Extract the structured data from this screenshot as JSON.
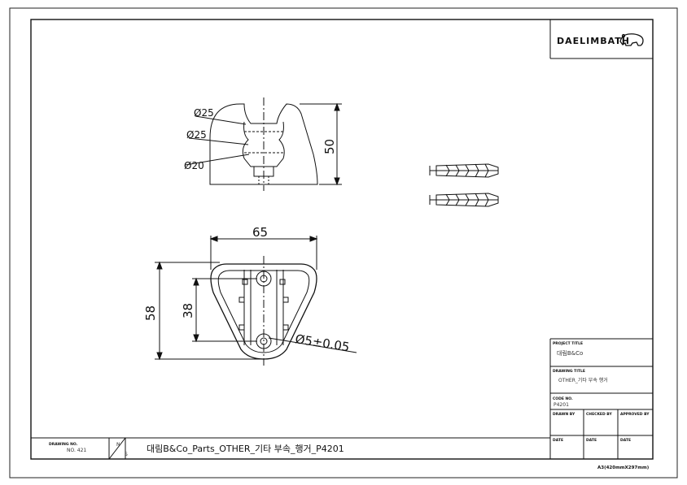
{
  "logo": {
    "text": "DAELIMBATH"
  },
  "dimensions": {
    "d25_top": "Ø25",
    "d25_mid": "Ø25",
    "d20": "Ø20",
    "height_side": "50",
    "width": "65",
    "height_front": "58",
    "hole_spacing": "38",
    "hole_dia": "Ø5±0.05"
  },
  "title_block": {
    "project_title_label": "PROJECT TITLE",
    "project_title_value": "대림B&Co",
    "drawing_title_label": "DRAWING TITLE",
    "drawing_title_value": "OTHER_기타 부속 행거",
    "code_no_label": "CODE NO.",
    "code_no_value": "P4201",
    "drawn_by": "DRAWN BY",
    "checked_by": "CHECKED BY",
    "approved_by": "APPROVED BY",
    "date_1": "DATE",
    "date_2": "DATE",
    "date_3": "DATE",
    "paper_size": "A3(420mmX297mm)"
  },
  "bottom_strip": {
    "drawing_no_label": "DRAWING NO.",
    "drawing_no_value": "NO. 421",
    "scale_n": "N",
    "scale_s": "S",
    "file_title": "대림B&Co_Parts_OTHER_기타 부속_행거_P4201"
  }
}
